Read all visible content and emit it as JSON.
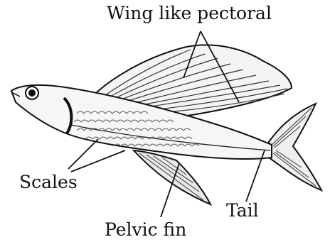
{
  "labels": {
    "wing": "Wing like pectoral",
    "scales": "Scales",
    "tail": "Tail",
    "pelvic": "Pelvic fin"
  },
  "colors": {
    "ink": "#111111",
    "shade": "#555555",
    "background": "#ffffff"
  }
}
